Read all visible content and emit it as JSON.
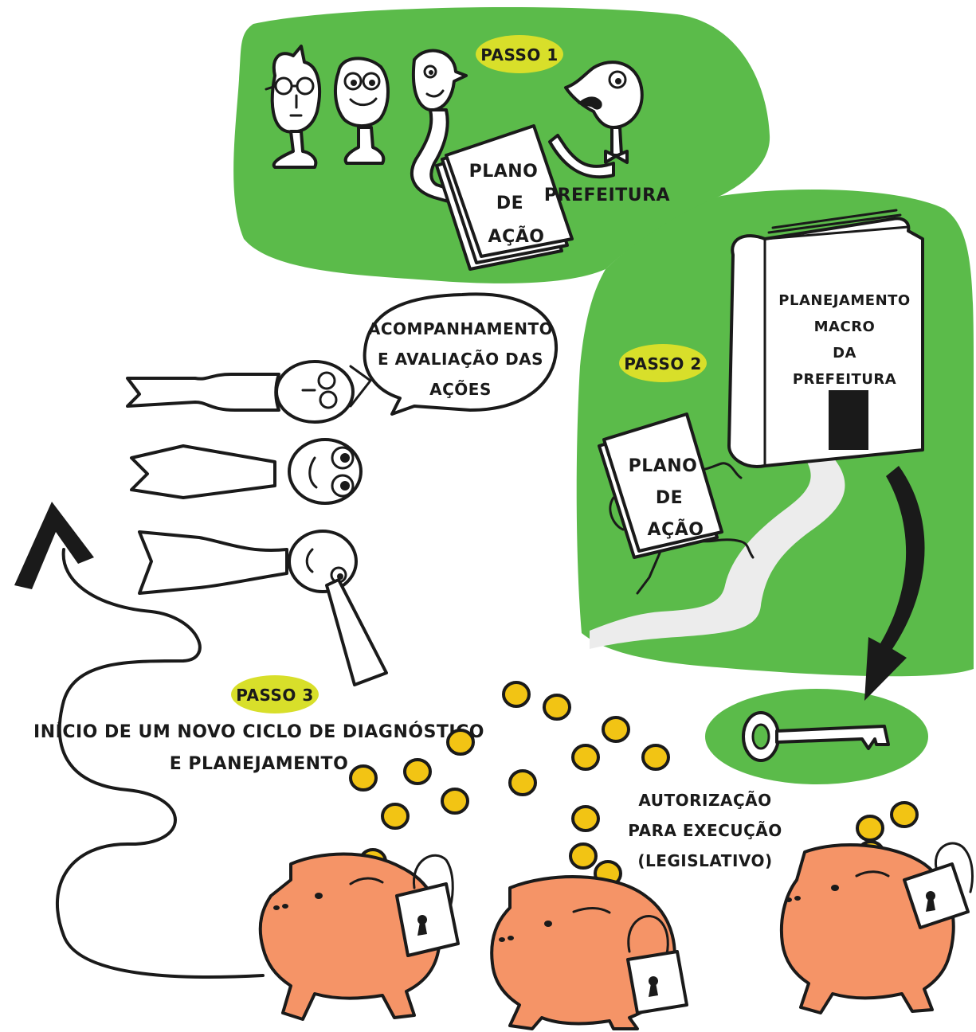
{
  "colors": {
    "green": "#5bbb4a",
    "badge": "#d8df2a",
    "coin": "#f2c414",
    "pig": "#f59467",
    "ink": "#1a1a1a",
    "path": "#ececec"
  },
  "step1": {
    "badge": "PASSO 1",
    "plan_lines": [
      "PLANO",
      "DE",
      "AÇÃO"
    ],
    "city_hall": "PREFEITURA"
  },
  "step2": {
    "badge": "PASSO 2",
    "book_lines": [
      "PLANEJAMENTO",
      "MACRO",
      "DA",
      "PREFEITURA"
    ],
    "plan_lines": [
      "PLANO",
      "DE",
      "AÇÃO"
    ]
  },
  "speech": {
    "lines": [
      "ACOMPANHAMENTO",
      "E AVALIAÇÃO DAS",
      "AÇÕES"
    ]
  },
  "step3": {
    "badge": "PASSO 3",
    "caption_lines": [
      "INÍCIO DE UM NOVO CICLO DE DIAGNÓSTICO",
      "E PLANEJAMENTO"
    ]
  },
  "authorization": {
    "lines": [
      "AUTORIZAÇÃO",
      "PARA EXECUÇÃO",
      "(LEGISLATIVO)"
    ]
  },
  "icons": [
    "person-icon",
    "book-icon",
    "key-icon",
    "coin-icon",
    "piggy-bank-icon",
    "padlock-icon",
    "arrow-icon"
  ]
}
